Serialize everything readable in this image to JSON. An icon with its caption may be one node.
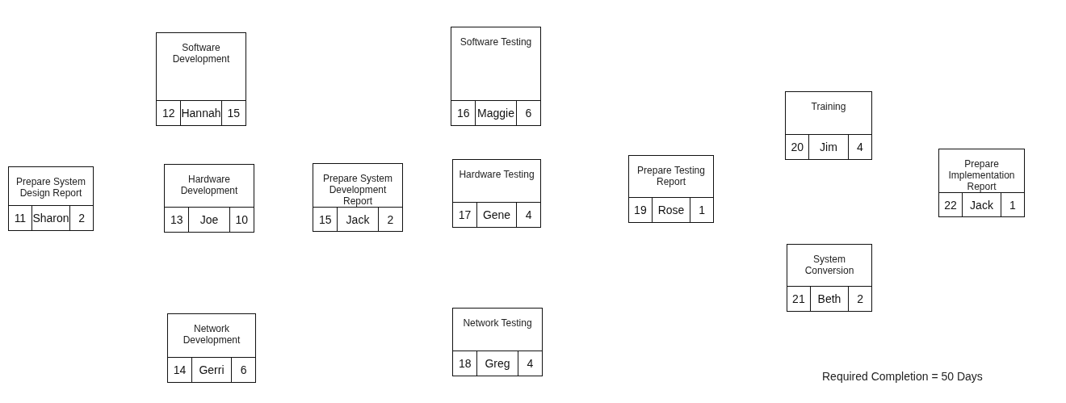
{
  "diagram": {
    "nodes": [
      {
        "text": [
          "Software Development",
          "12",
          "Hannah",
          "15"
        ]
      },
      {
        "text": [
          "Software Testing",
          "16",
          "Maggie",
          "6"
        ]
      },
      {
        "text": [
          "Training",
          "20",
          "Jim",
          "4"
        ]
      },
      {
        "text": [
          "Prepare System Design Report",
          "11",
          "Sharon",
          "2"
        ]
      },
      {
        "text": [
          "Hardware Development",
          "13",
          "Joe",
          "10"
        ]
      },
      {
        "text": [
          "Prepare System Development Report",
          "15",
          "Jack",
          "2"
        ]
      },
      {
        "text": [
          "Hardware Testing",
          "17",
          "Gene",
          "4"
        ]
      },
      {
        "text": [
          "Prepare Testing Report",
          "19",
          "Rose",
          "1"
        ]
      },
      {
        "text": [
          "Prepare Implementation Report",
          "22",
          "Jack",
          "1"
        ]
      },
      {
        "text": [
          "System Conversion",
          "21",
          "Beth",
          "2"
        ]
      },
      {
        "text": [
          "Network Development",
          "14",
          "Gerri",
          "6"
        ]
      },
      {
        "text": [
          "Network Testing",
          "18",
          "Greg",
          "4"
        ]
      }
    ],
    "labels": [
      "Required Completion = 50 Days"
    ]
  }
}
